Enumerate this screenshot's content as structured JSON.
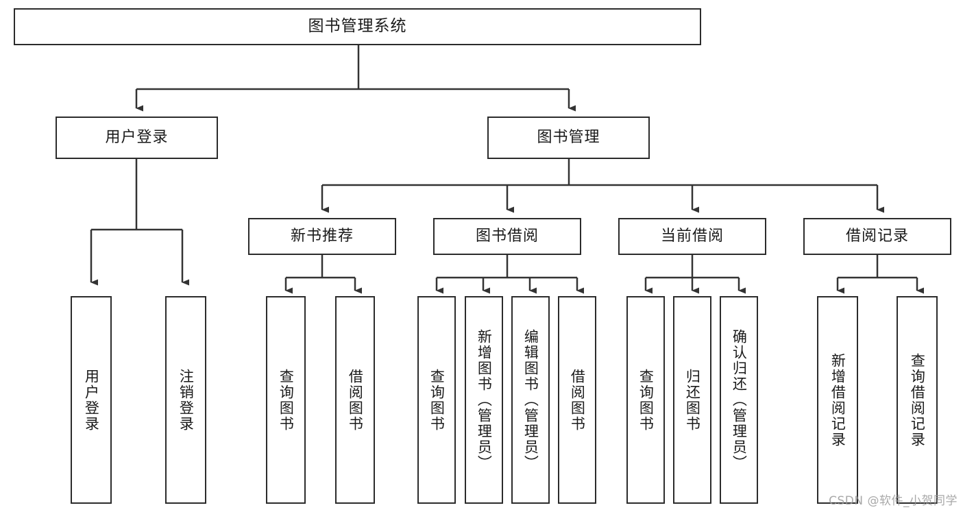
{
  "diagram": {
    "title": "图书管理系统",
    "type": "tree",
    "watermark": "CSDN @软件_小贺同学",
    "colors": {
      "box_border": "#2b2b2b",
      "box_fill": "#ffffff",
      "connector": "#333333",
      "text": "#1a1a1a",
      "watermark": "#9a9a9a"
    },
    "levels": {
      "root_label": "图书管理系统",
      "level2": [
        {
          "label": "用户登录"
        },
        {
          "label": "图书管理"
        }
      ],
      "level3": [
        {
          "label": "新书推荐"
        },
        {
          "label": "图书借阅"
        },
        {
          "label": "当前借阅"
        },
        {
          "label": "借阅记录"
        }
      ]
    },
    "leaves": {
      "user_login": [
        {
          "label": "用户登录"
        },
        {
          "label": "注销登录"
        }
      ],
      "new_book_recommend": [
        {
          "label": "查询图书"
        },
        {
          "label": "借阅图书"
        }
      ],
      "book_borrow": [
        {
          "label": "查询图书"
        },
        {
          "label": "新增图书（管理员）"
        },
        {
          "label": "编辑图书（管理员）"
        },
        {
          "label": "借阅图书"
        }
      ],
      "current_borrow": [
        {
          "label": "查询图书"
        },
        {
          "label": "归还图书"
        },
        {
          "label": "确认归还（管理员）"
        }
      ],
      "borrow_record": [
        {
          "label": "新增借阅记录"
        },
        {
          "label": "查询借阅记录"
        }
      ]
    }
  }
}
